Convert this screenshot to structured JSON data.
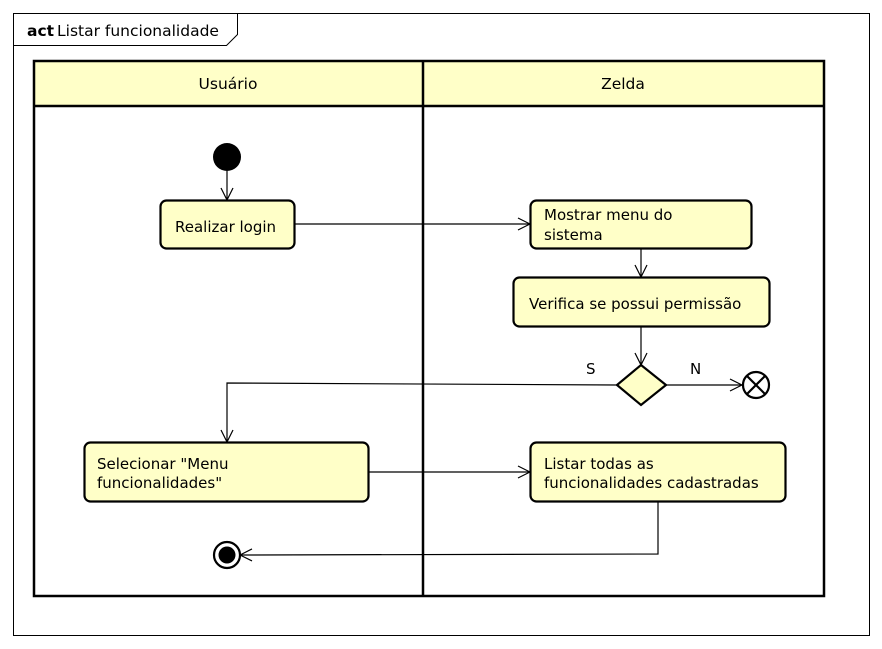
{
  "frame": {
    "keyword": "act",
    "title": "Listar funcionalidade"
  },
  "lanes": [
    {
      "title": "Usuário"
    },
    {
      "title": "Zelda"
    }
  ],
  "actions": {
    "realizar_login": {
      "lines": [
        "Realizar login"
      ]
    },
    "mostrar_menu": {
      "lines": [
        "Mostrar menu do",
        "sistema"
      ]
    },
    "verifica_permissao": {
      "lines": [
        "Verifica se possui permissão"
      ]
    },
    "selecionar_menu": {
      "lines": [
        "Selecionar \"Menu",
        "funcionalidades\""
      ]
    },
    "listar_funcionalidades": {
      "lines": [
        "Listar todas as",
        "funcionalidades cadastradas"
      ]
    }
  },
  "guards": {
    "yes": "S",
    "no": "N"
  },
  "colors": {
    "node_fill": "#ffffc8",
    "stroke": "#000000",
    "background": "#ffffff"
  }
}
